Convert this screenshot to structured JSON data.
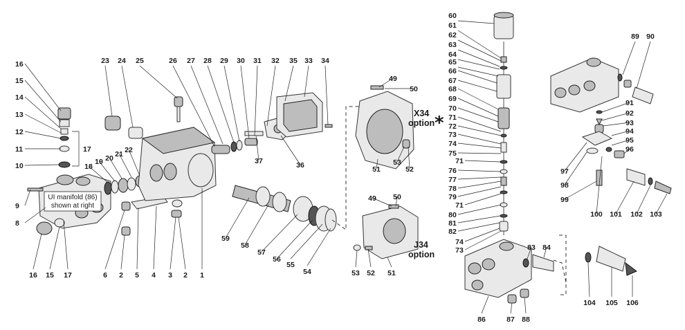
{
  "diagram": {
    "labels": [
      "1",
      "2",
      "3",
      "4",
      "5",
      "6",
      "8",
      "9",
      "10",
      "11",
      "12",
      "13",
      "14",
      "15",
      "16",
      "17",
      "18",
      "19",
      "20",
      "21",
      "22",
      "23",
      "24",
      "25",
      "26",
      "27",
      "28",
      "29",
      "30",
      "31",
      "32",
      "33",
      "34",
      "35",
      "36",
      "37",
      "49",
      "50",
      "51",
      "52",
      "53",
      "54",
      "55",
      "56",
      "57",
      "58",
      "59",
      "60",
      "61",
      "62",
      "63",
      "64",
      "65",
      "66",
      "67",
      "68",
      "69",
      "70",
      "71",
      "72",
      "73",
      "74",
      "75",
      "76",
      "77",
      "78",
      "79",
      "80",
      "81",
      "82",
      "83",
      "84",
      "86",
      "87",
      "88",
      "89",
      "90",
      "91",
      "92",
      "93",
      "94",
      "95",
      "96",
      "97",
      "98",
      "99",
      "100",
      "101",
      "102",
      "103",
      "104",
      "105",
      "106"
    ],
    "options": {
      "x34_line1": "X34",
      "x34_line2": "option",
      "j34_line1": "J34",
      "j34_line2": "option",
      "asterisk": "*"
    },
    "note": {
      "line1": "UI manifold (86)",
      "line2": "shown at right"
    }
  }
}
